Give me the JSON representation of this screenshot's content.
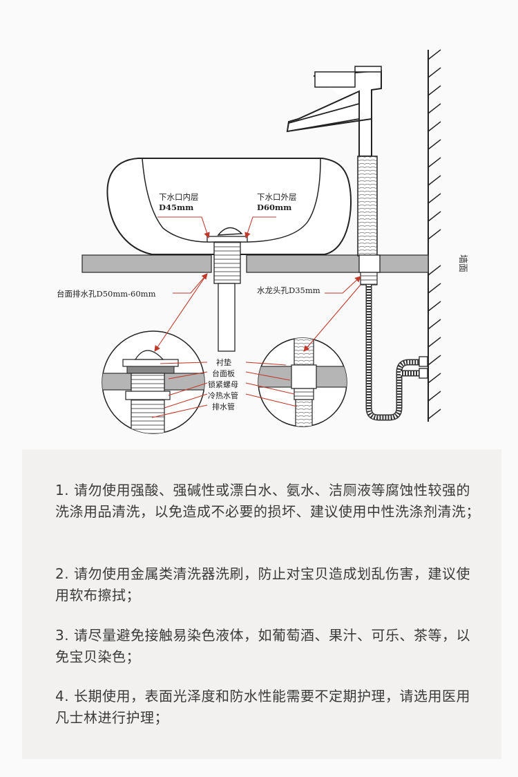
{
  "labels": {
    "inner_drain": "下水口内层",
    "inner_drain_size": "D45mm",
    "outer_drain": "下水口外层",
    "outer_drain_size": "D60mm",
    "counter_drain_hole": "台面排水孔D50mm-60mm",
    "faucet_hole": "水龙头孔D35mm",
    "wall": "墙面",
    "gasket": "衬垫",
    "counter_board": "台面板",
    "lock_nut": "锁紧螺母",
    "hot_cold_pipe": "冷热水管",
    "drain_pipe": "排水管"
  },
  "care_notes": [
    "1. 请勿使用强酸、强碱性或漂白水、氨水、洁厕液等腐蚀性较强的洗涤用品清洗，以免造成不必要的损坏、建议使用中性洗涤剂清洗；",
    "2. 请勿使用金属类清洗器洗刷，防止对宝贝造成划乱伤害，建议使用软布擦拭；",
    "3. 请尽量避免接触易染色液体，如葡萄酒、果汁、可乐、茶等，以免宝贝染色；",
    "4. 长期使用，表面光泽度和防水性能需要不定期护理，请选用医用凡士林进行护理；"
  ],
  "colors": {
    "leader_line": "#c0392b",
    "counter": "#b3b3b3",
    "outline": "#333333"
  }
}
